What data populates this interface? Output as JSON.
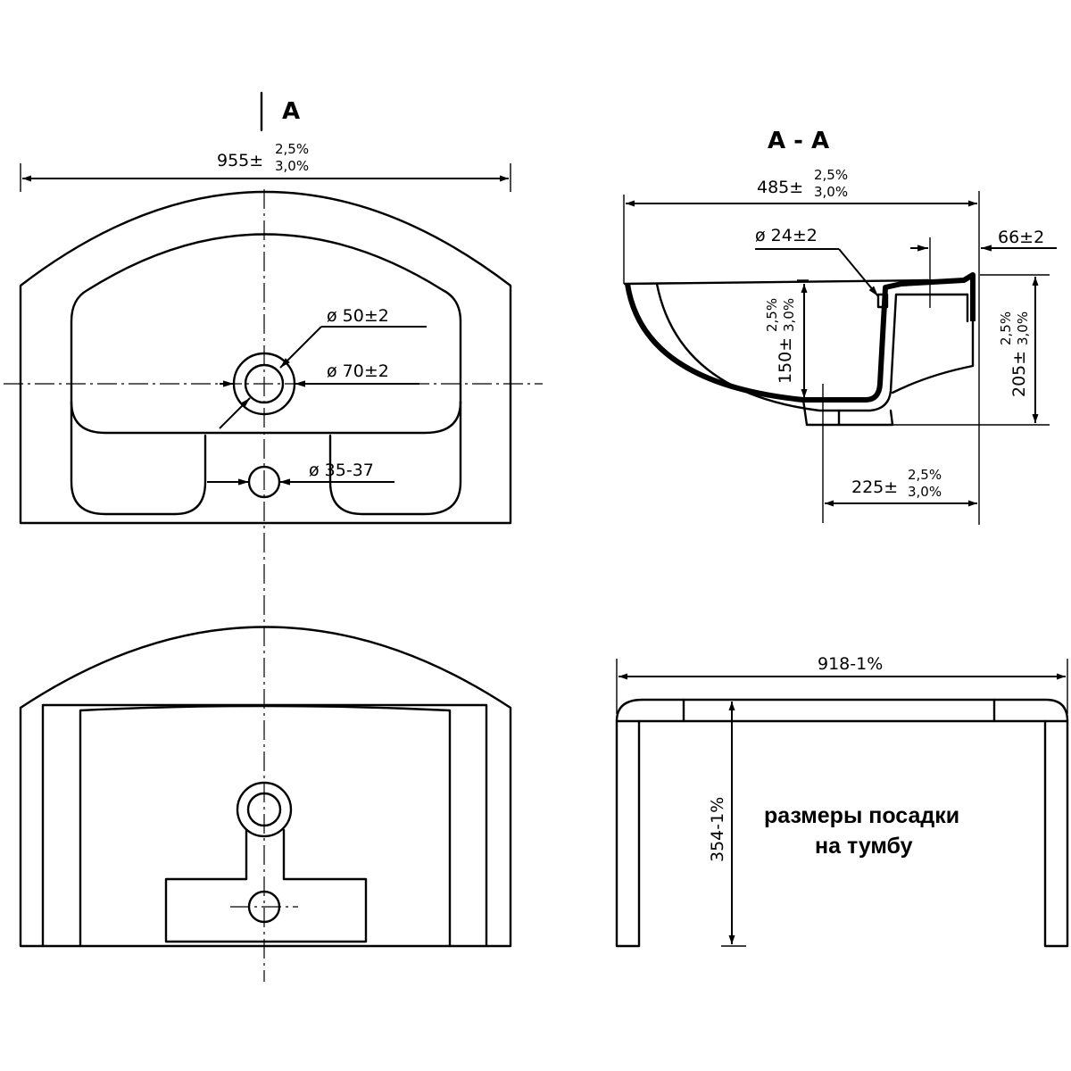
{
  "view_marker": "A",
  "section_title": "A - A",
  "top_view": {
    "width_value": "955±",
    "width_tol_upper": "2,5%",
    "width_tol_lower": "3,0%",
    "hole_50": "ø 50±2",
    "hole_70": "ø 70±2",
    "hole_35": "ø 35-37"
  },
  "section_view": {
    "depth_value": "485±",
    "depth_tol_upper": "2,5%",
    "depth_tol_lower": "3,0%",
    "overflow_hole": "ø 24±2",
    "rim_width": "66±2",
    "bowl_height_value": "150±",
    "bowl_height_tol_upper": "2,5%",
    "bowl_height_tol_lower": "3,0%",
    "total_height_value": "205±",
    "total_height_tol_upper": "2,5%",
    "total_height_tol_lower": "3,0%",
    "drain_offset_value": "225±",
    "drain_offset_tol_upper": "2,5%",
    "drain_offset_tol_lower": "3,0%"
  },
  "cabinet_view": {
    "width": "918-1%",
    "depth": "354-1%",
    "note_line1": "размеры посадки",
    "note_line2": "на тумбу"
  }
}
